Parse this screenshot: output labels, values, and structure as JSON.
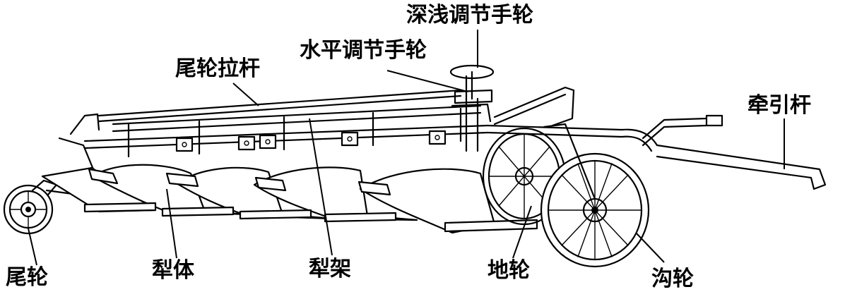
{
  "labels": {
    "depth_wheel": "深浅调节手轮",
    "level_wheel": "水平调节手轮",
    "tail_rod": "尾轮拉杆",
    "hitch": "牵引杆",
    "tail_wheel": "尾轮",
    "body": "犁体",
    "frame": "犁架",
    "land_wheel": "地轮",
    "furrow_wheel": "沟轮"
  }
}
